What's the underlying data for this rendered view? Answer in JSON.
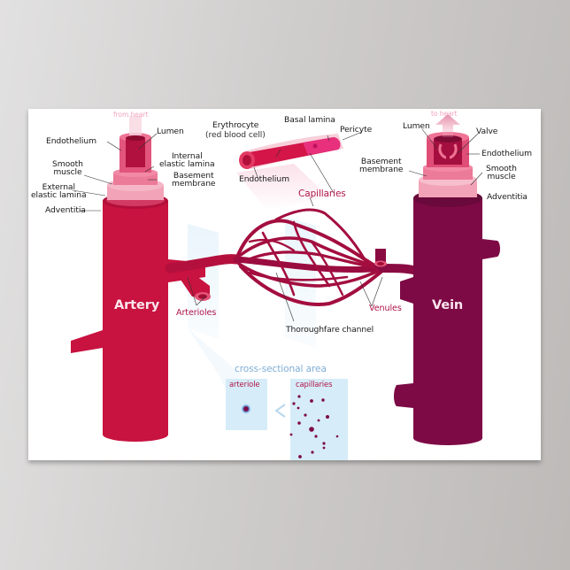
{
  "poster": {
    "artery_side": {
      "flow_note": "from heart",
      "labels": {
        "lumen": "Lumen",
        "endothelium": "Endothelium",
        "internal_elastic_lamina": "Internal\nelastic lamina",
        "smooth_muscle": "Smooth\nmuscle",
        "basement_membrane": "Basement\nmembrane",
        "external_elastic_lamina": "External\nelastic lamina",
        "adventitia": "Adventitia"
      },
      "vessel_name": "Artery"
    },
    "capillary_detail": {
      "erythrocyte": "Erythrocyte",
      "erythrocyte_note": "(red blood cell)",
      "basal_lamina": "Basal lamina",
      "pericyte": "Pericyte",
      "endothelium": "Endothelium",
      "title": "Capillaries"
    },
    "vein_side": {
      "flow_note": "to heart",
      "labels": {
        "lumen": "Lumen",
        "valve": "Valve",
        "endothelium": "Endothelium",
        "basement_membrane": "Basement\nmembrane",
        "smooth_muscle": "Smooth\nmuscle",
        "adventitia": "Adventitia"
      },
      "vessel_name": "Vein"
    },
    "network": {
      "arterioles": "Arterioles",
      "venules": "Venules",
      "thoroughfare": "Thoroughfare channel"
    },
    "cross_section": {
      "title": "cross-sectional area",
      "left_label": "arteriole",
      "comparison": "<",
      "right_label": "capillaries"
    },
    "colors": {
      "artery": "#c8123f",
      "vein": "#7d0a45",
      "label_accent": "#b0164a",
      "blue_panel": "#d6ecf8",
      "flow_note": "#f2a3be"
    }
  }
}
